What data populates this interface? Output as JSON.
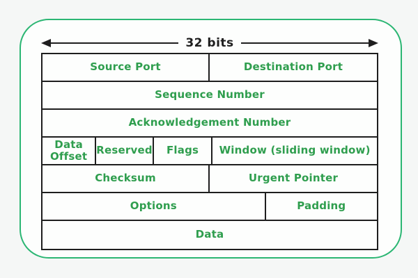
{
  "header": {
    "width_label": "32 bits"
  },
  "colors": {
    "frame_border_green": "#2bb673",
    "field_text_green": "#2f9e4e",
    "line_black": "#1e1e1e",
    "card_background": "#fdfefd",
    "page_background": "#f5f7f6"
  },
  "icons": {
    "arrow_left": "arrow-left-icon",
    "arrow_right": "arrow-right-icon"
  },
  "table": {
    "rows": [
      {
        "cells": [
          {
            "label": "Source Port",
            "width_pct": 50
          },
          {
            "label": "Destination Port",
            "width_pct": 50
          }
        ]
      },
      {
        "cells": [
          {
            "label": "Sequence Number",
            "width_pct": 100
          }
        ]
      },
      {
        "cells": [
          {
            "label": "Acknowledgement Number",
            "width_pct": 100
          }
        ]
      },
      {
        "cells": [
          {
            "label": "Data Offset",
            "width_pct": 16.1
          },
          {
            "label": "Reserved",
            "width_pct": 17.2
          },
          {
            "label": "Flags",
            "width_pct": 17.6
          },
          {
            "label": "Window (sliding window)",
            "width_pct": 49.1
          }
        ]
      },
      {
        "cells": [
          {
            "label": "Checksum",
            "width_pct": 50
          },
          {
            "label": "Urgent Pointer",
            "width_pct": 50
          }
        ]
      },
      {
        "cells": [
          {
            "label": "Options",
            "width_pct": 66.8
          },
          {
            "label": "Padding",
            "width_pct": 33.2
          }
        ]
      },
      {
        "cells": [
          {
            "label": "Data",
            "width_pct": 100
          }
        ]
      }
    ]
  }
}
